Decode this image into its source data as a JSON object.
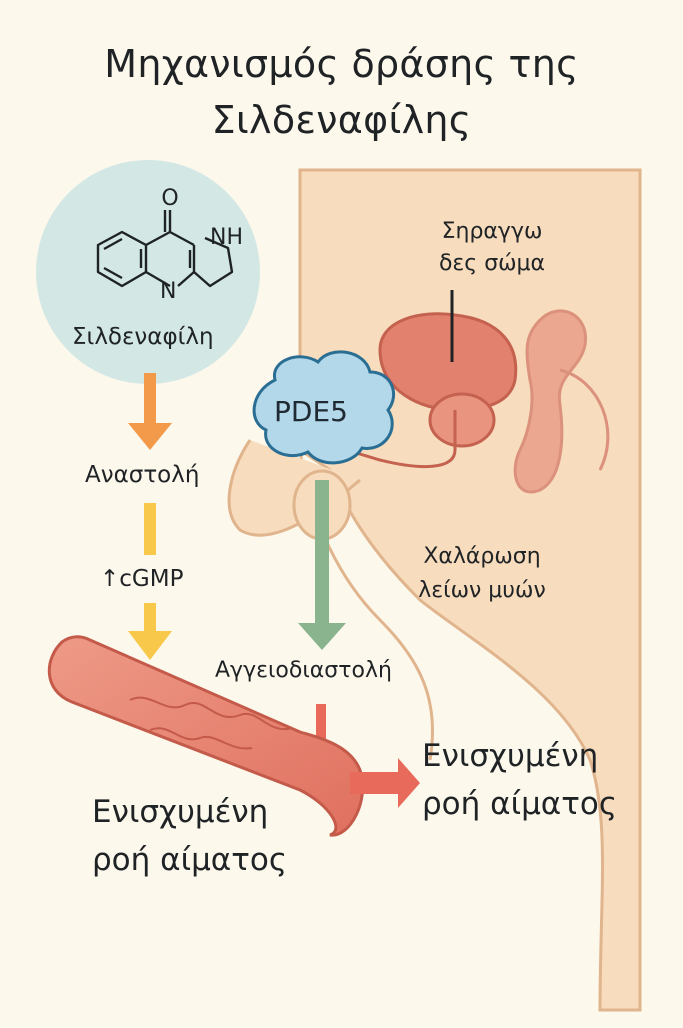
{
  "title": {
    "line1": "Μηχανισμός δράσης της",
    "line2": "Σιλδεναφίλης"
  },
  "molecule": {
    "label": "Σιλδεναφίλη",
    "atom_o": "O",
    "atom_nh": "NH",
    "atom_n": "N"
  },
  "steps": {
    "inhibition": "Αναστολή",
    "cgmp": "↑cGMP",
    "vasodilation": "Αγγειοδιαστολή"
  },
  "enzyme": {
    "label": "PDE5"
  },
  "anatomy": {
    "corpus_line1": "Σηραγγω",
    "corpus_line2": "δες σώμα",
    "relax_line1": "Χαλάρωση",
    "relax_line2": "λείων μυών"
  },
  "outcome": {
    "left_line1": "Ενισχυμένη",
    "left_line2": "ροή αίματος",
    "right_line1": "Ενισχυμένη",
    "right_line2": "ροή αίματος"
  },
  "colors": {
    "background": "#fdf8ec",
    "skin": "#f7dcbd",
    "skin_stroke": "#e0b48d",
    "organ": "#e3816f",
    "organ_stroke": "#c4614f",
    "molecule_circle": "#d3e8e4",
    "pde5_cloud": "#b3d8ea",
    "pde5_stroke": "#2a6e93",
    "arrow_orange": "#f39a4a",
    "arrow_yellow": "#f7c84a",
    "arrow_green": "#89b48e",
    "vessel": "#e77f6d",
    "vessel_stroke": "#c45a4a",
    "flow_arrow": "#e86a5a"
  }
}
